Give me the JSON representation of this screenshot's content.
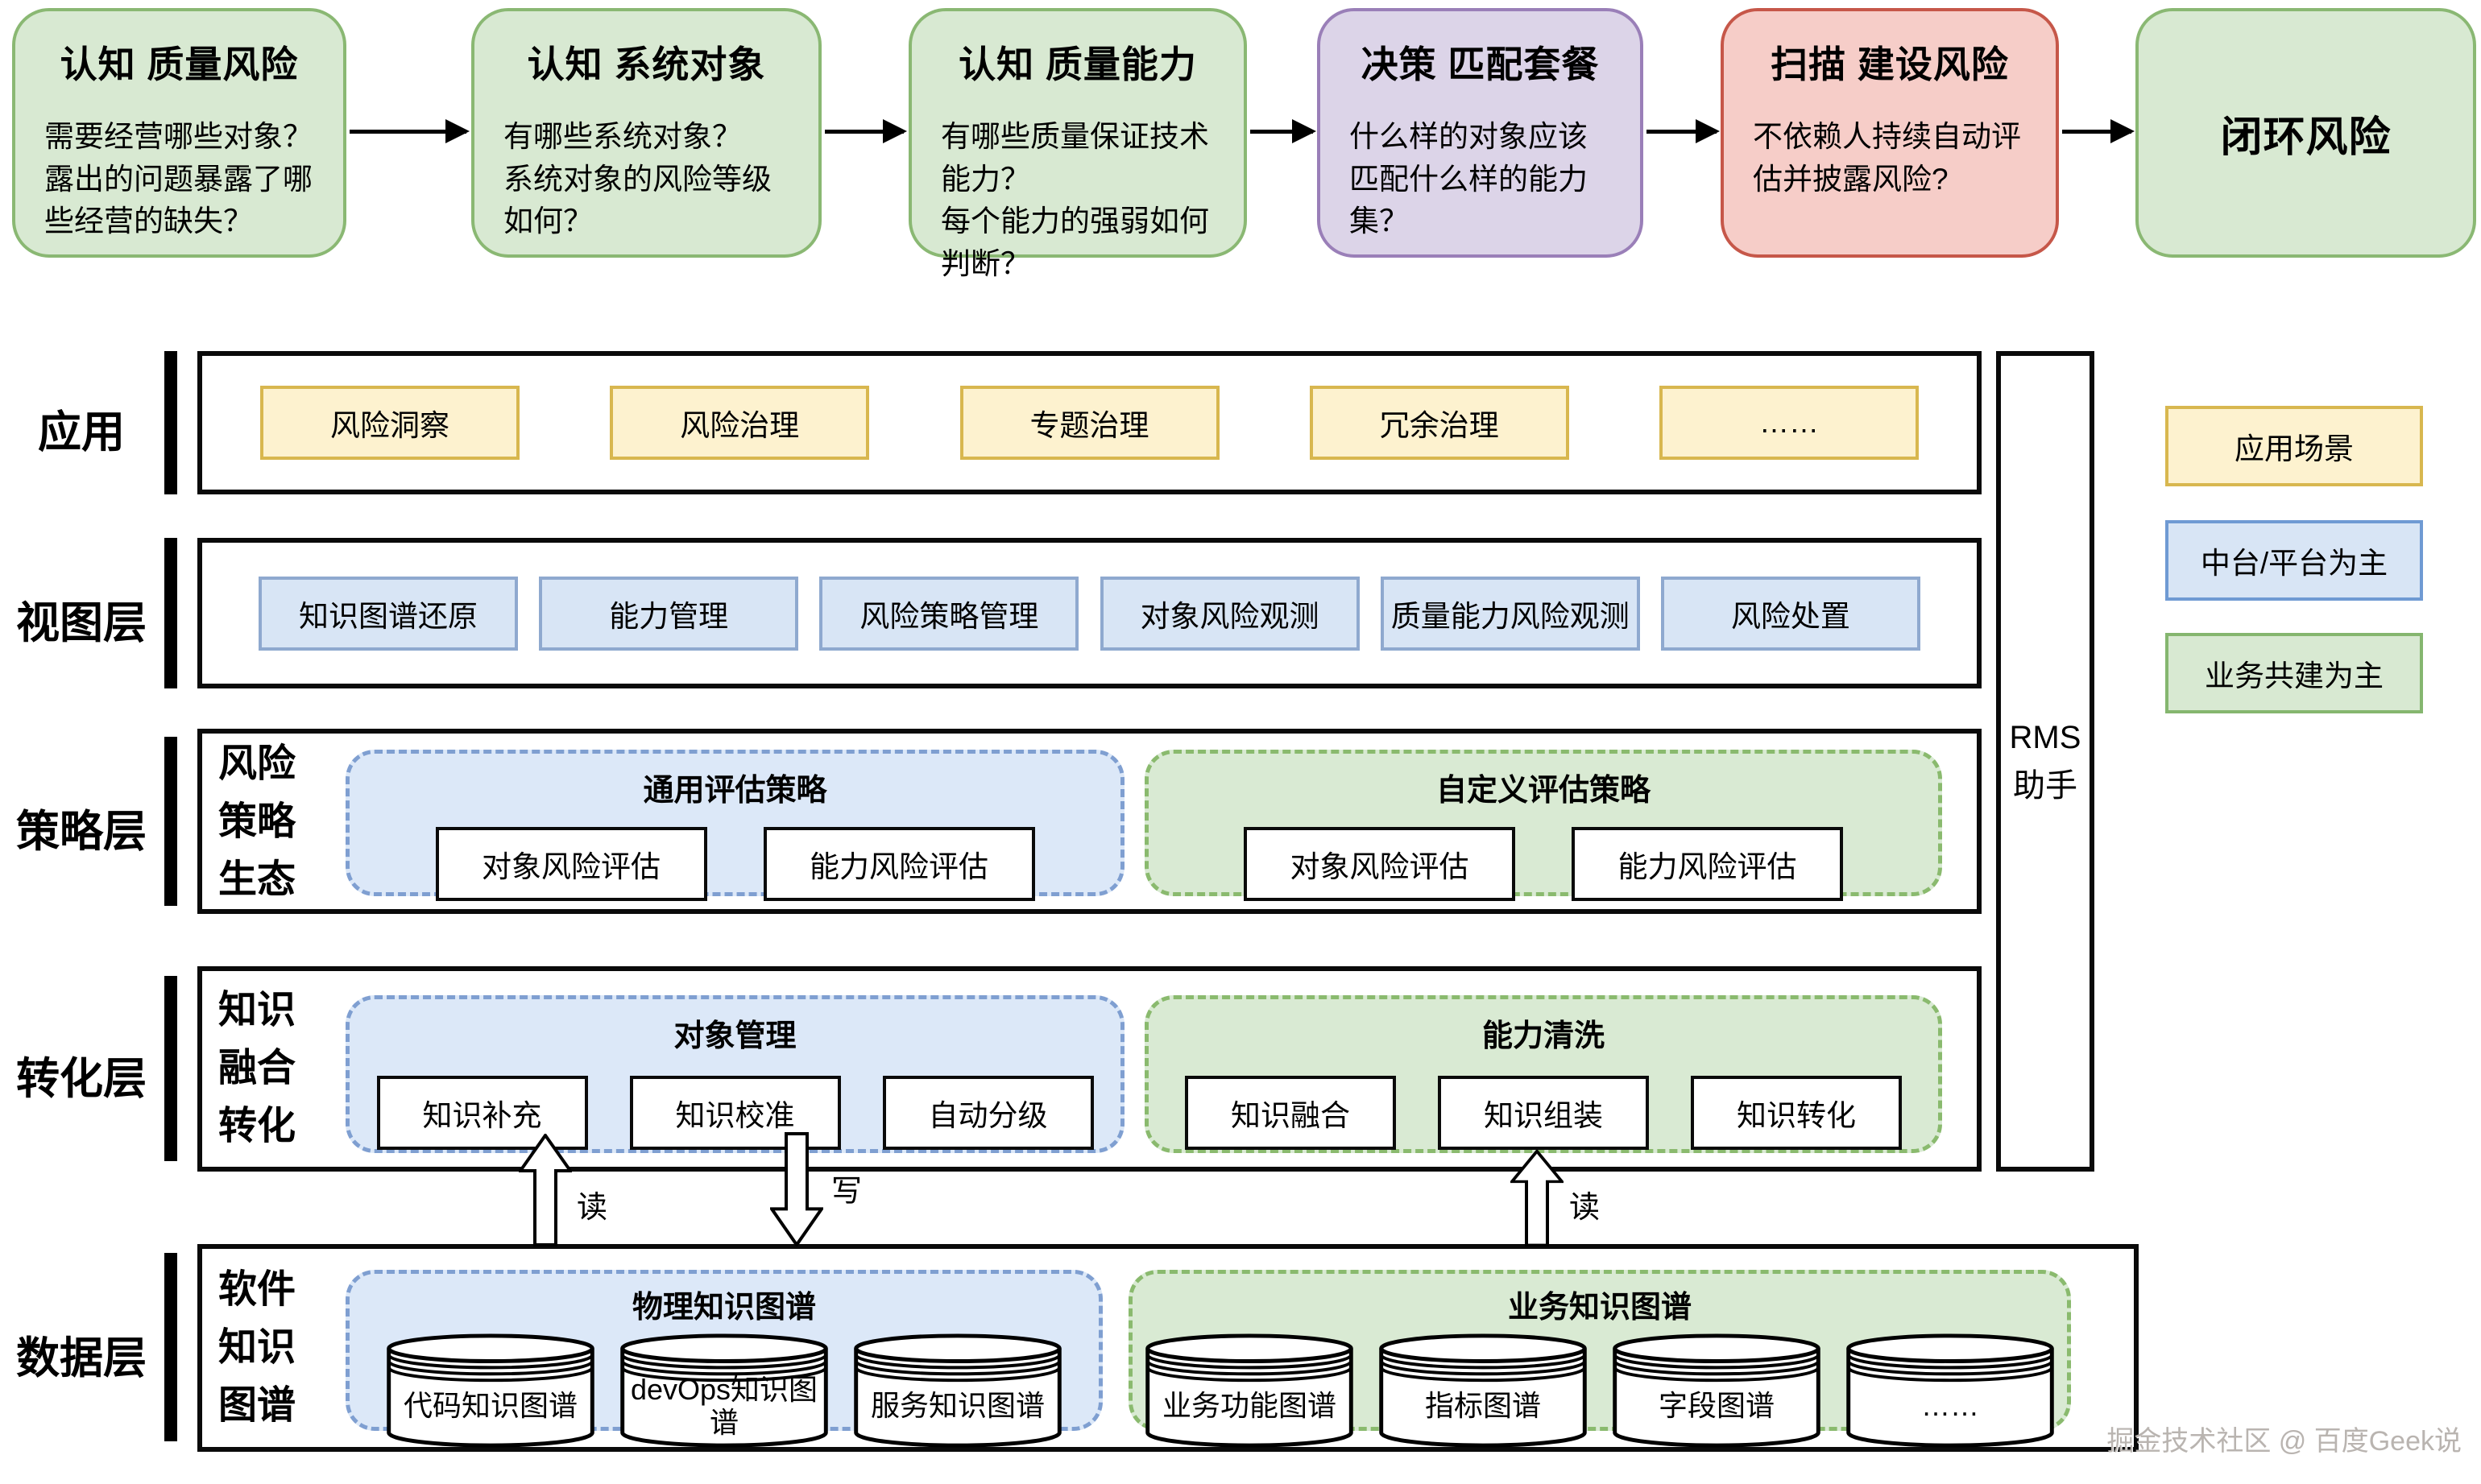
{
  "flow": {
    "steps": [
      {
        "title": "认知 质量风险",
        "body": "需要经营哪些对象？\n露出的问题暴露了哪些经营的缺失？"
      },
      {
        "title": "认知 系统对象",
        "body": "有哪些系统对象？\n系统对象的风险等级如何？"
      },
      {
        "title": "认知 质量能力",
        "body": "有哪些质量保证技术能力？\n每个能力的强弱如何判断？"
      },
      {
        "title": "决策 匹配套餐",
        "body": "什么样的对象应该匹配什么样的能力集？"
      },
      {
        "title": "扫描 建设风险",
        "body": "不依赖人持续自动评估并披露风险?"
      },
      {
        "title": "闭环风险",
        "body": ""
      }
    ]
  },
  "layers": {
    "app": {
      "label": "应用",
      "boxes": [
        "风险洞察",
        "风险治理",
        "专题治理",
        "冗余治理",
        "……"
      ]
    },
    "view": {
      "label": "视图层",
      "boxes": [
        "知识图谱还原",
        "能力管理",
        "风险策略管理",
        "对象风险观测",
        "质量能力风险观测",
        "风险处置"
      ]
    },
    "strategy": {
      "label": "策略层",
      "sublabel": "风险\n策略\n生态",
      "groups": [
        {
          "title": "通用评估策略",
          "items": [
            "对象风险评估",
            "能力风险评估"
          ]
        },
        {
          "title": "自定义评估策略",
          "items": [
            "对象风险评估",
            "能力风险评估"
          ]
        }
      ]
    },
    "transform": {
      "label": "转化层",
      "sublabel": "知识\n融合\n转化",
      "groups": [
        {
          "title": "对象管理",
          "items": [
            "知识补充",
            "知识校准",
            "自动分级"
          ]
        },
        {
          "title": "能力清洗",
          "items": [
            "知识融合",
            "知识组装",
            "知识转化"
          ]
        }
      ]
    },
    "data": {
      "label": "数据层",
      "sublabel": "软件\n知识\n图谱",
      "groups": [
        {
          "title": "物理知识图谱",
          "items": [
            "代码知识图谱",
            "devOps知识图谱",
            "服务知识图谱"
          ]
        },
        {
          "title": "业务知识图谱",
          "items": [
            "业务功能图谱",
            "指标图谱",
            "字段图谱",
            "……"
          ]
        }
      ]
    }
  },
  "rms": {
    "label": "RMS\n助手"
  },
  "rw_arrows": {
    "read_left": "读",
    "write": "写",
    "read_right": "读"
  },
  "legend": [
    {
      "label": "应用场景"
    },
    {
      "label": "中台/平台为主"
    },
    {
      "label": "业务共建为主"
    }
  ],
  "watermark": "掘金技术社区 @ 百度Geek说",
  "colors": {
    "green_fill": "#d8e9d2",
    "green_border": "#8ab873",
    "purple_fill": "#dcd4e8",
    "purple_border": "#9a7fb8",
    "red_fill": "#f6cdc8",
    "red_border": "#c65749",
    "yellow_fill": "#fdf2cf",
    "yellow_border": "#d8b74f",
    "blue_fill": "#d8e5f5",
    "blue_border": "#8fa9cf"
  }
}
